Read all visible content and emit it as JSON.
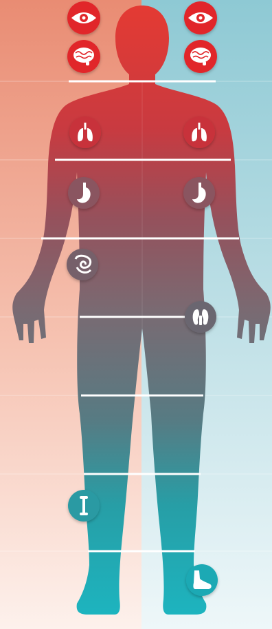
{
  "colors": {
    "left_panel_top": "#e98c73",
    "left_panel_bottom": "#fdf1ec",
    "right_panel_top": "#8ec9d4",
    "right_panel_bottom": "#eef7f9",
    "body_top": "#e43a33",
    "body_middle": "#7a6a72",
    "body_bottom": "#1db4bf",
    "badge_red": "#e1282c",
    "divider": "#ffffff"
  },
  "body_regions": [
    "head",
    "chest",
    "abdomen",
    "pelvis",
    "thighs",
    "knees",
    "shins",
    "feet"
  ],
  "organ_icons": [
    {
      "name": "eye-icon",
      "side": "left",
      "color": "#e1282c"
    },
    {
      "name": "eye-icon",
      "side": "right",
      "color": "#e1282c"
    },
    {
      "name": "brain-icon",
      "side": "left",
      "color": "#e1282c"
    },
    {
      "name": "brain-icon",
      "side": "right",
      "color": "#e1282c"
    },
    {
      "name": "lungs-icon",
      "side": "left",
      "color": "#c8323a"
    },
    {
      "name": "lungs-icon",
      "side": "right",
      "color": "#c8323a"
    },
    {
      "name": "stomach-icon",
      "side": "left",
      "color": "#8a5560"
    },
    {
      "name": "stomach-icon",
      "side": "right",
      "color": "#8a5560"
    },
    {
      "name": "intestine-icon",
      "side": "left",
      "color": "#76606a"
    },
    {
      "name": "kidneys-icon",
      "side": "right",
      "color": "#6b6670"
    },
    {
      "name": "bone-icon",
      "side": "left",
      "color": "#2a9aa3"
    },
    {
      "name": "foot-icon",
      "side": "right",
      "color": "#1aa9b4"
    }
  ]
}
